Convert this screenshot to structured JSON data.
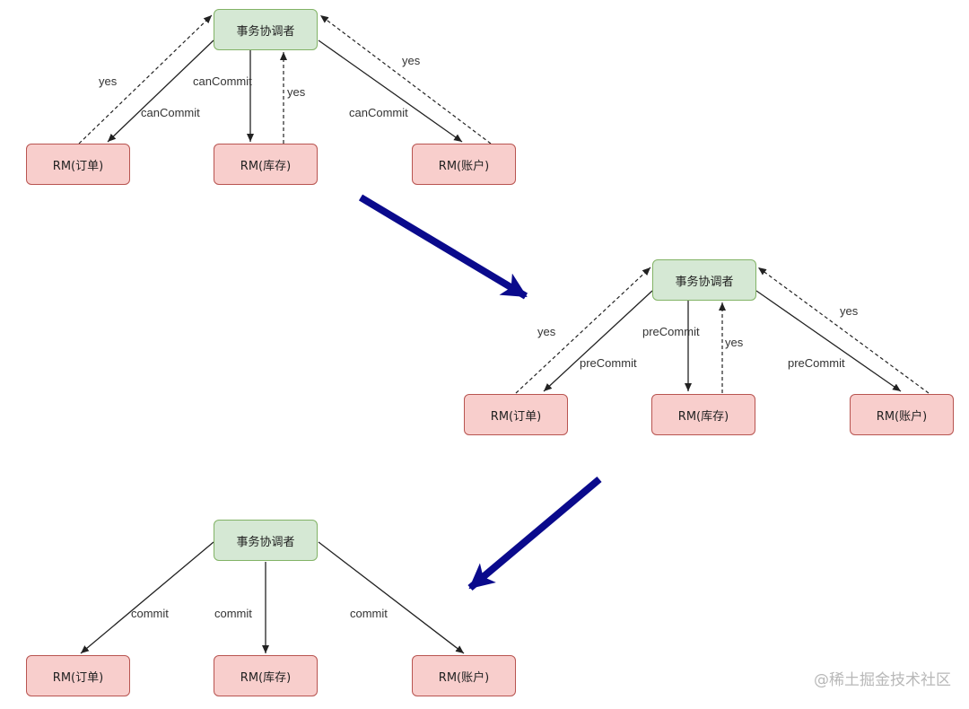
{
  "coordinator": "事务协调者",
  "rms": {
    "order": "RM(订单)",
    "stock": "RM(库存)",
    "account": "RM(账户)"
  },
  "labels": {
    "yes": "yes",
    "can_commit": "canCommit",
    "pre_commit": "preCommit",
    "commit": "commit"
  },
  "watermark": "@稀土掘金技术社区",
  "colors": {
    "coordinator_fill": "#d5e8d4",
    "coordinator_border": "#82b366",
    "rm_fill": "#f8cecc",
    "rm_border": "#b85450",
    "flow_arrow": "#0a0a8c",
    "edge": "#222222"
  }
}
